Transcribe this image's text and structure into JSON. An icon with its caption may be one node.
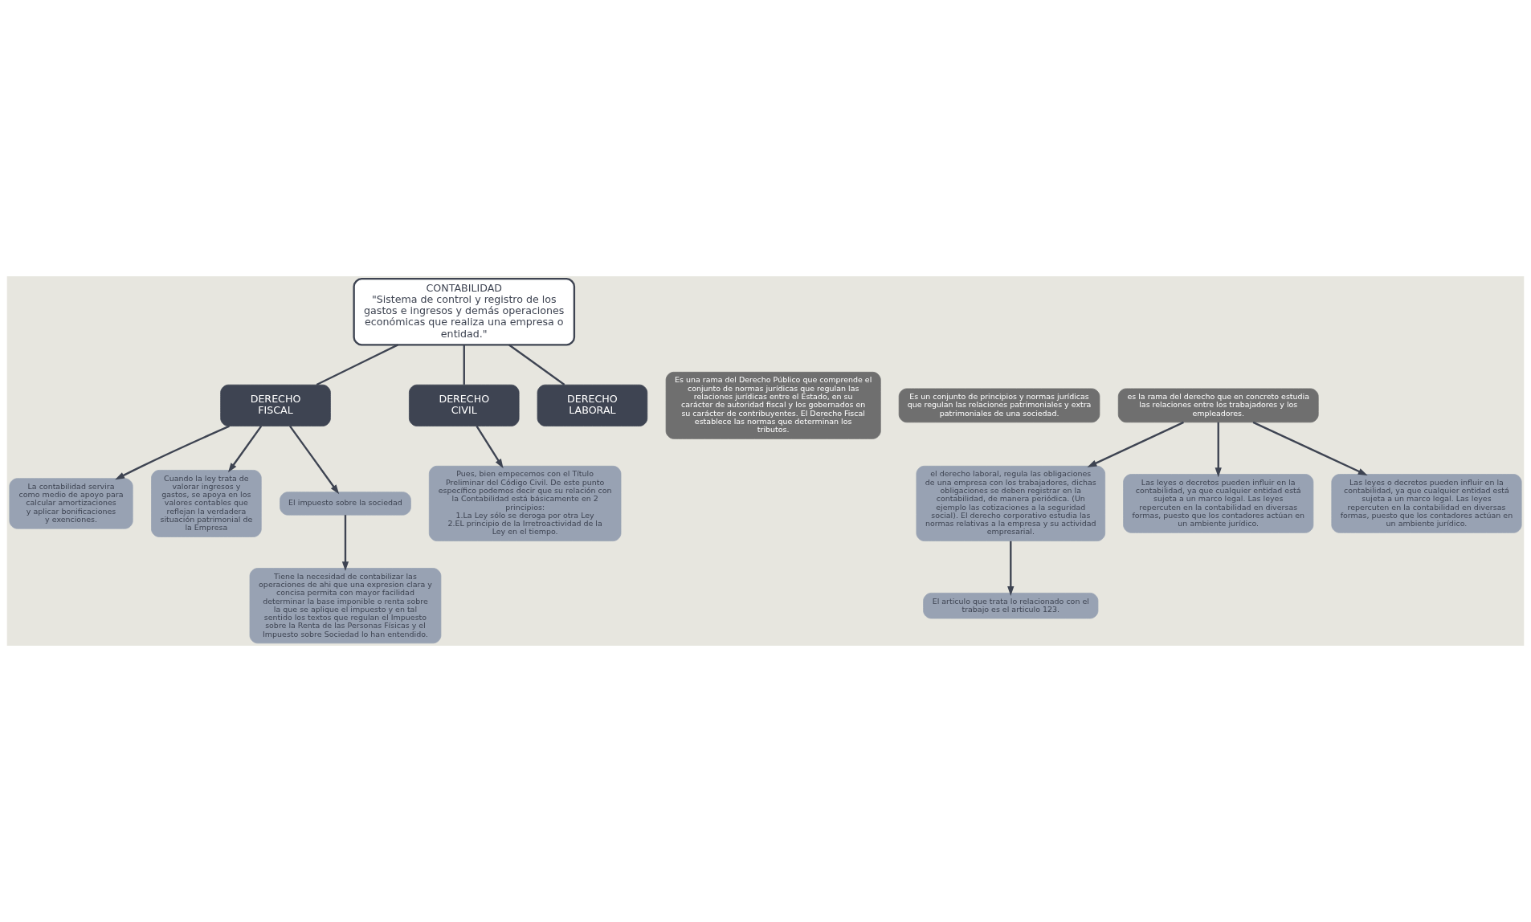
{
  "diagram": {
    "nodes": [
      {
        "text": [
          "CONTABILIDAD",
          "\"Sistema de control y registro de los gastos e ingresos y demás operaciones económicas que realiza una empresa o entidad.\""
        ]
      },
      {
        "text": [
          "DERECHO FISCAL"
        ]
      },
      {
        "text": [
          "Es una rama del Derecho Público que comprende el conjunto de normas jurídicas que regulan las relaciones jurídicas entre el Estado, en su carácter de autoridad fiscal y los gobernados en su carácter de contribuyentes. El Derecho Fiscal establece las normas que determinan los tributos."
        ]
      },
      {
        "text": [
          "La contabilidad servira como medio de apoyo para calcular amortizaciones y aplicar bonificaciones y exenciones."
        ]
      },
      {
        "text": [
          "Cuando la ley trata de valorar ingresos y gastos, se apoya en los valores contables que reflejan la verdadera situación patrimonial de la Empresa"
        ]
      },
      {
        "text": [
          "El impuesto sobre la sociedad"
        ]
      },
      {
        "text": [
          "Tiene la necesidad de contabilizar las operaciones de ahi que una expresion clara y concisa permita con mayor facilidad determinar la base imponible o renta sobre la que se aplique el impuesto y en tal sentido los textos que regulan el Impuesto sobre la Renta de las Personas Físicas y el Impuesto sobre Sociedad lo han entendido."
        ]
      },
      {
        "text": [
          "DERECHO CIVIL"
        ]
      },
      {
        "text": [
          "Es un conjunto de principios y normas jurídicas que regulan las relaciones patrimoniales y extra patrimoniales de una sociedad."
        ]
      },
      {
        "text": [
          "Pues, bien empecemos con el Título Preliminar del Código Civil. De este punto específico podemos decir que su relación con la Contabilidad está básicamente en 2 principios:",
          "1.La Ley sólo se deroga por otra Ley",
          "2.EL principio de la Irretroactividad de la Ley en el tiempo."
        ]
      },
      {
        "text": [
          "DERECHO LABORAL"
        ]
      },
      {
        "text": [
          "es la rama del derecho que en concreto estudia las relaciones entre los trabajadores y los empleadores."
        ]
      },
      {
        "text": [
          "el derecho laboral, regula las obligaciones de una empresa con los trabajadores, dichas obligaciones se deben registrar en la contabilidad, de manera periódica. (Un ejemplo las cotizaciones a la seguridad social). El derecho corporativo estudia las normas relativas a la empresa y su actividad empresarial."
        ]
      },
      {
        "text": [
          "El articulo que trata lo relacionado con el trabajo es el articulo 123."
        ]
      },
      {
        "text": [
          "Las leyes o decretos pueden influir en la contabilidad, ya que cualquier entidad está sujeta a un marco legal. Las leyes repercuten en la contabilidad en diversas formas, puesto que los contadores actúan en un ambiente jurídico."
        ]
      },
      {
        "text": [
          "Las leyes o decretos pueden influir en la contabilidad, ya que cualquier entidad está sujeta a un marco legal. Las leyes repercuten en la contabilidad en diversas formas, puesto que los contadores actúan en un ambiente jurídico."
        ]
      }
    ],
    "edges": [
      {
        "from": 0,
        "to": 1,
        "arrow": "none"
      },
      {
        "from": 0,
        "to": 7,
        "arrow": "none"
      },
      {
        "from": 0,
        "to": 10,
        "arrow": "none"
      },
      {
        "from": 1,
        "to": 3,
        "arrow": "to"
      },
      {
        "from": 1,
        "to": 4,
        "arrow": "to"
      },
      {
        "from": 1,
        "to": 5,
        "arrow": "to"
      },
      {
        "from": 5,
        "to": 6,
        "arrow": "to"
      },
      {
        "from": 7,
        "to": 9,
        "arrow": "to"
      },
      {
        "from": 11,
        "to": 12,
        "arrow": "to"
      },
      {
        "from": 12,
        "to": 13,
        "arrow": "to"
      },
      {
        "from": 11,
        "to": 14,
        "arrow": "to"
      },
      {
        "from": 11,
        "to": 15,
        "arrow": "to"
      }
    ]
  }
}
